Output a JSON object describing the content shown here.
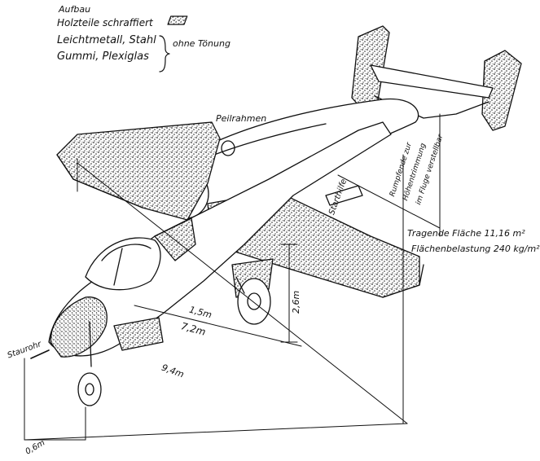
{
  "legend": {
    "title": "Aufbau",
    "wood": "Holzteile schraffiert",
    "metal": "Leichtmetall, Stahl",
    "rubber": "Gummi, Plexiglas",
    "no_shade": "ohne Tönung"
  },
  "labels": {
    "peilrahmen": "Peilrahmen",
    "startilfe": "Starthilfe",
    "rumpfende": [
      "Rumpfende zur",
      "Höhentrimmung",
      "im Fluge verstellbar"
    ],
    "tragende": "Tragende Fläche 11,16 m²",
    "flaechen": "Flächenbelastung 240 kg/m²",
    "staurohr": "Staurohr"
  },
  "dimensions": {
    "d15": "1,5m",
    "d72": "7,2m",
    "d94": "9,4m",
    "d26": "2,6m",
    "d06": "0,6m"
  },
  "colors": {
    "ink": "#111111",
    "stipple": "#555555"
  }
}
